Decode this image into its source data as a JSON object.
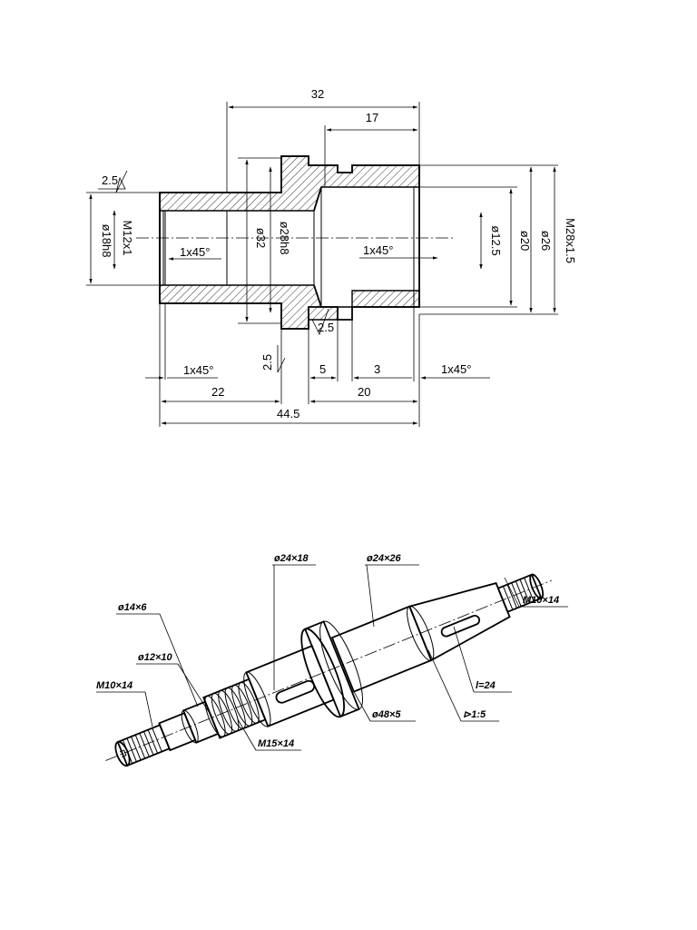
{
  "section_drawing": {
    "dims": {
      "d32": "32",
      "d17": "17",
      "d25_top": "2.5",
      "d_m12": "M12x1",
      "d_18h8": "ø18h8",
      "d_1x45_left": "1x45°",
      "d_32dia": "ø32",
      "d_28h8": "ø28h8",
      "d_1x45_mid": "1x45°",
      "d_125": "ø12.5",
      "d_20": "ø20",
      "d_26": "ø26",
      "d_m28": "M28x1.5",
      "d_25_bottom": "2.5",
      "d_25_vert": "2.5",
      "d_1x45_b1": "1x45°",
      "d_5": "5",
      "d_3": "3",
      "d_1x45_b2": "1x45°",
      "d_22": "22",
      "d_20len": "20",
      "d_445": "44.5"
    }
  },
  "shaft_drawing": {
    "labels": {
      "l_24x18": "ø24×18",
      "l_24x26": "ø24×26",
      "l_14x6": "ø14×6",
      "l_12x10": "ø12×10",
      "l_m10_left": "M10×14",
      "l_m15": "M15×14",
      "l_48x5": "ø48×5",
      "l_l24": "l=24",
      "l_taper": "⊳1:5",
      "l_m10_right": "M10×14"
    }
  }
}
